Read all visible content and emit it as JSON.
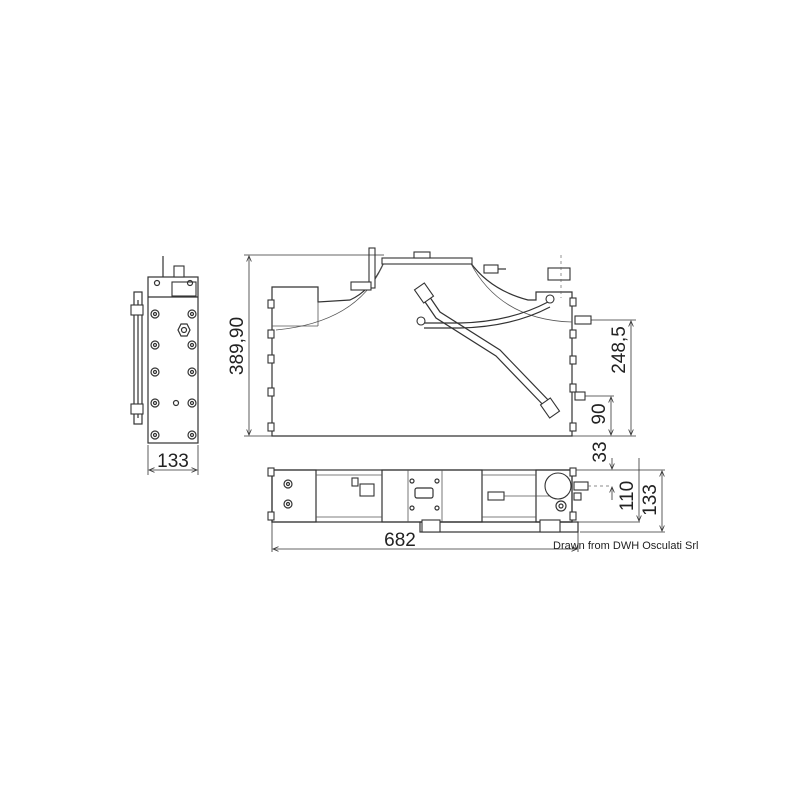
{
  "drawing": {
    "title": "Hydraulic tank unit - three-view technical drawing",
    "views": [
      "side-view",
      "front-view",
      "top-view"
    ],
    "dimensions": {
      "side_width": "133",
      "overall_height": "389,90",
      "port_height_upper": "248,5",
      "port_height_lower": "90",
      "top_offset": "33",
      "top_depth_inner": "110",
      "top_depth_outer": "133",
      "overall_length": "682"
    },
    "credit": "Drawn from DWH Osculati Srl",
    "colors": {
      "line": "#333333",
      "background": "#ffffff"
    }
  }
}
